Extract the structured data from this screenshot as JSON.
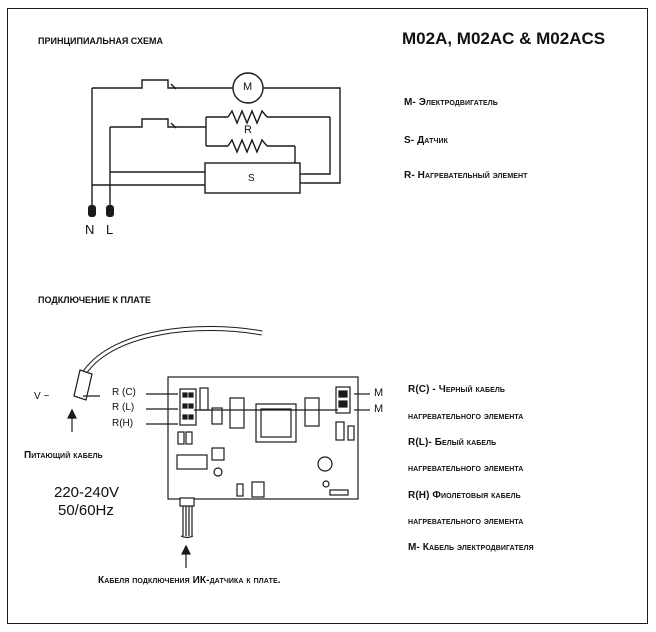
{
  "header": {
    "schematic_title": "ПРИНЦИПИАЛЬНАЯ СХЕМА",
    "model_title": "M02A, M02AC & M02ACS",
    "board_title": "ПОДКЛЮЧЕНИЕ К ПЛАТЕ"
  },
  "schematic": {
    "motor_label": "M",
    "resistor_label": "R",
    "sensor_label": "S",
    "neutral_label": "N",
    "line_label": "L"
  },
  "legend": {
    "motor": "M- Электродвигатель",
    "sensor": "S- Датчик",
    "heater": "R- Нагревательный элемент"
  },
  "board": {
    "v_label": "V ~",
    "rc": "R (C)",
    "rl": "R (L)",
    "rh": "R(H)",
    "m1": "M",
    "m2": "M",
    "supply_cable": "Питающий кабель",
    "voltage": "220-240V",
    "frequency": "50/60Hz",
    "ir_cable": "Кабеля подключения ИК-датчика к плате."
  },
  "wiring_legend": [
    "R(C) - Черный кабель",
    "нагревательного элемента",
    "R(L)- Белый кабель",
    "нагревательного элемента",
    "R(H) Фиолетовыя кабель",
    "нагревательного элемента",
    "M- Кабель электродвигателя"
  ]
}
